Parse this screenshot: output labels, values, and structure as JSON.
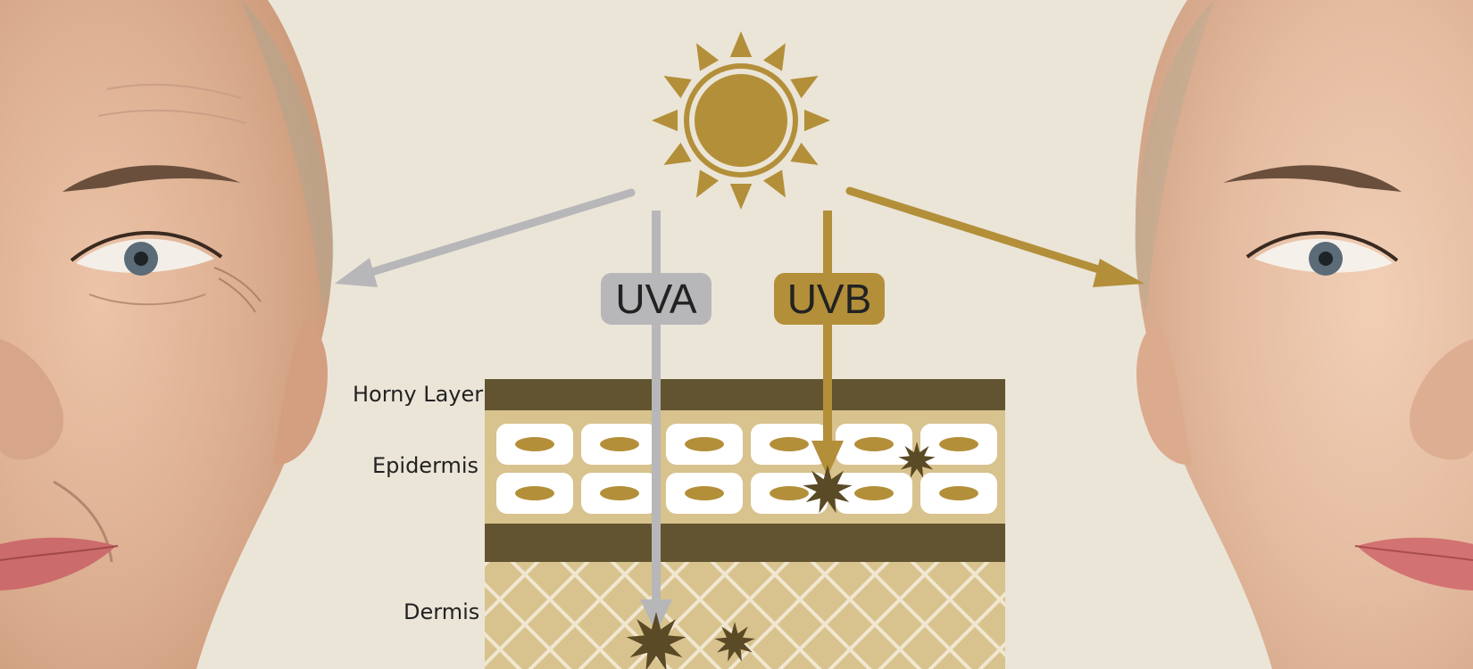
{
  "colors": {
    "background": "#ebe5d8",
    "sun": "#b38f39",
    "uva": "#b7b7b9",
    "uvb": "#b38f39",
    "dark_band": "#625430",
    "tan": "#d8c38e",
    "cell": "#ffffff",
    "nucleus": "#b38f39",
    "damage": "#5a4a25",
    "skin": "#e3b79c"
  },
  "faces": {
    "left": {
      "description_icon": "aged-face-half",
      "state": "wrinkled"
    },
    "right": {
      "description_icon": "young-face-half",
      "state": "smooth"
    }
  },
  "rays": {
    "uva": {
      "label": "UVA"
    },
    "uvb": {
      "label": "UVB"
    }
  },
  "layers": {
    "horny": "Horny Layer",
    "epidermis": "Epidermis",
    "dermis": "Dermis"
  },
  "icons": {
    "sun": "sun-icon",
    "damage": "damage-starburst-icon"
  }
}
